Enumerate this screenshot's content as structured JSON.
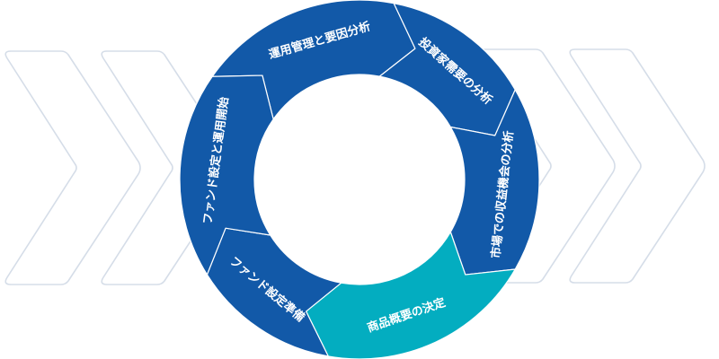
{
  "diagram": {
    "segments": [
      {
        "label": "運用管理と要因分析",
        "color": "#1259a8",
        "active": false
      },
      {
        "label": "投資家需要の分析",
        "color": "#1259a8",
        "active": false
      },
      {
        "label": "市場での収益機会の分析",
        "color": "#1259a8",
        "active": false
      },
      {
        "label": "商品概要の決定",
        "color": "#03adc0",
        "active": true
      },
      {
        "label": "ファンド設定準備",
        "color": "#1259a8",
        "active": false
      },
      {
        "label": "ファンド設定と運用開始",
        "color": "#1259a8",
        "active": false
      }
    ],
    "colors": {
      "primary": "#1259a8",
      "accent": "#03adc0",
      "chevron_outline": "#d5dde8",
      "background": "#ffffff"
    }
  }
}
